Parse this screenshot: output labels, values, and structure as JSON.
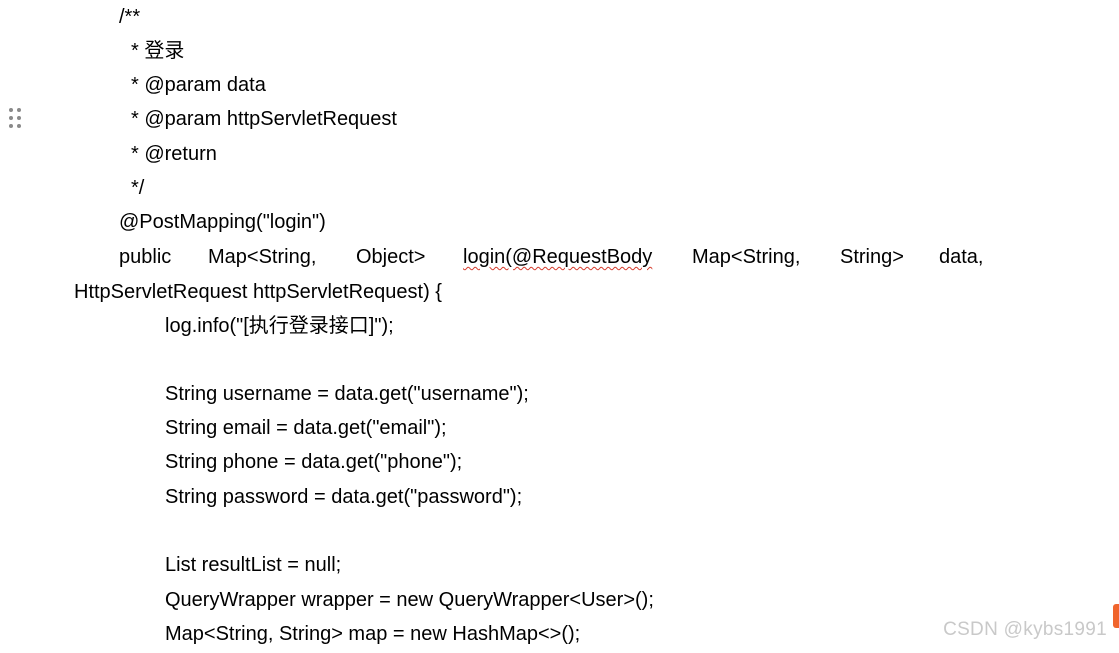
{
  "document": {
    "lines": [
      "/**",
      "*  登录",
      "* @param data",
      "* @param httpServletRequest",
      "* @return",
      "*/",
      "@PostMapping(\"login\")",
      "",
      "",
      "log.info(\"[执行登录接口]\");",
      "String username = data.get(\"username\");",
      "String email = data.get(\"email\");",
      "String phone = data.get(\"phone\");",
      "String password = data.get(\"password\");",
      "List resultList = null;",
      "QueryWrapper wrapper = new QueryWrapper<User>();",
      "Map<String, String> map = new HashMap<>();"
    ],
    "signature_words": [
      "public",
      "Map<String,",
      "Object>",
      "login(@RequestBody",
      "Map<String,",
      "String>",
      "data,"
    ],
    "signature_cont": "HttpServletRequest httpServletRequest) {"
  },
  "watermark": "CSDN @kybs1991",
  "icons": {
    "drag_handle": "drag-handle-icon"
  },
  "colors": {
    "text": "#000000",
    "spellcheck": "#d63a2b",
    "watermark": "#c9c9c9",
    "accent": "#f0642c"
  }
}
